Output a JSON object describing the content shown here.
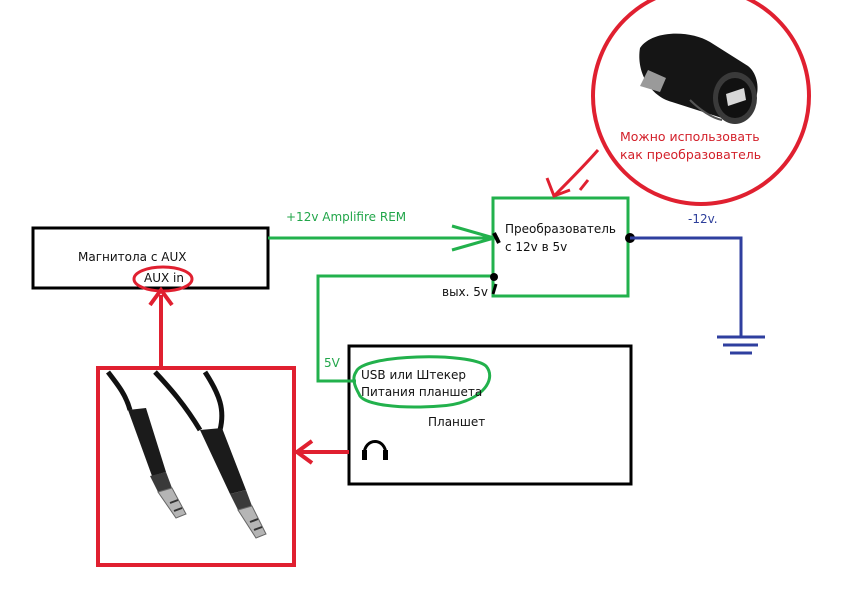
{
  "colors": {
    "black": "#000000",
    "green": "#22b14c",
    "red": "#e02030",
    "blue": "#2f3f9f"
  },
  "head_unit": {
    "title": "Магнитола с AUX",
    "aux_label": "AUX in"
  },
  "converter": {
    "title_line1": "Преобразователь",
    "title_line2": "с 12v в 5v"
  },
  "tablet": {
    "title": "Планшет",
    "usb_line1": "USB или Штекер",
    "usb_line2": "Питания планшета",
    "headphone_icon": "headphones-icon"
  },
  "wires": {
    "rem_label": "+12v Amplifire REM",
    "out5v_label": "вых. 5v",
    "v5_label": "5V",
    "ground_label": "-12v."
  },
  "callout": {
    "line1": "Можно использовать",
    "line2": "как преобразователь",
    "image": "car-usb-charger"
  },
  "cable": {
    "image": "aux-cable-3.5mm"
  }
}
